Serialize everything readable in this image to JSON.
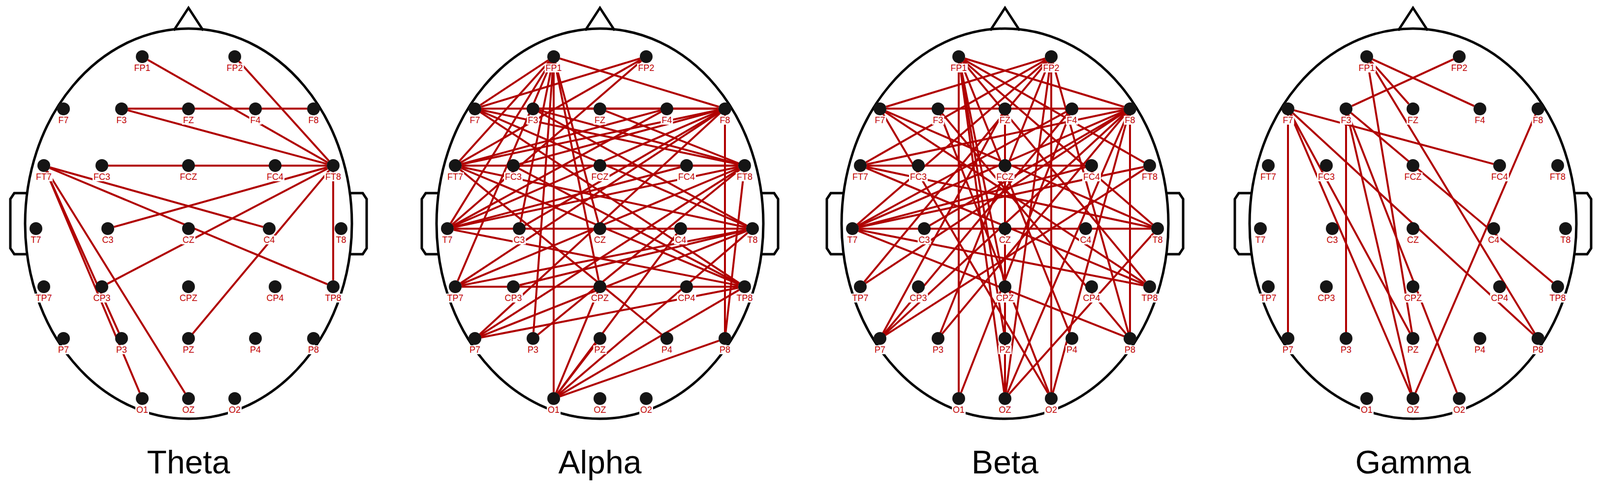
{
  "diagram": {
    "nodes": [
      {
        "text": [
          "Theta"
        ]
      },
      {
        "text": [
          "Alpha"
        ]
      },
      {
        "text": [
          "Beta"
        ]
      },
      {
        "text": [
          "Gamma"
        ]
      },
      {
        "text": [
          "FP1"
        ],
        "in": 0
      },
      {
        "text": [
          "FP2"
        ],
        "in": 0
      },
      {
        "text": [
          "F7"
        ],
        "in": 0
      },
      {
        "text": [
          "F3"
        ],
        "in": 0
      },
      {
        "text": [
          "FZ"
        ],
        "in": 0
      },
      {
        "text": [
          "F4"
        ],
        "in": 0
      },
      {
        "text": [
          "F8"
        ],
        "in": 0
      },
      {
        "text": [
          "FT7"
        ],
        "in": 0
      },
      {
        "text": [
          "FC3"
        ],
        "in": 0
      },
      {
        "text": [
          "FCZ"
        ],
        "in": 0
      },
      {
        "text": [
          "FC4"
        ],
        "in": 0
      },
      {
        "text": [
          "FT8"
        ],
        "in": 0
      },
      {
        "text": [
          "T7"
        ],
        "in": 0
      },
      {
        "text": [
          "C3"
        ],
        "in": 0
      },
      {
        "text": [
          "CZ"
        ],
        "in": 0
      },
      {
        "text": [
          "C4"
        ],
        "in": 0
      },
      {
        "text": [
          "T8"
        ],
        "in": 0
      },
      {
        "text": [
          "TP7"
        ],
        "in": 0
      },
      {
        "text": [
          "CP3"
        ],
        "in": 0
      },
      {
        "text": [
          "CPZ"
        ],
        "in": 0
      },
      {
        "text": [
          "CP4"
        ],
        "in": 0
      },
      {
        "text": [
          "TP8"
        ],
        "in": 0
      },
      {
        "text": [
          "P7"
        ],
        "in": 0
      },
      {
        "text": [
          "P3"
        ],
        "in": 0
      },
      {
        "text": [
          "PZ"
        ],
        "in": 0
      },
      {
        "text": [
          "P4"
        ],
        "in": 0
      },
      {
        "text": [
          "P8"
        ],
        "in": 0
      },
      {
        "text": [
          "O1"
        ],
        "in": 0
      },
      {
        "text": [
          "OZ"
        ],
        "in": 0
      },
      {
        "text": [
          "O2"
        ],
        "in": 0
      },
      {
        "text": [
          "FP1"
        ],
        "in": 1
      },
      {
        "text": [
          "FP2"
        ],
        "in": 1
      },
      {
        "text": [
          "F7"
        ],
        "in": 1
      },
      {
        "text": [
          "F3"
        ],
        "in": 1
      },
      {
        "text": [
          "FZ"
        ],
        "in": 1
      },
      {
        "text": [
          "F4"
        ],
        "in": 1
      },
      {
        "text": [
          "F8"
        ],
        "in": 1
      },
      {
        "text": [
          "FT7"
        ],
        "in": 1
      },
      {
        "text": [
          "FC3"
        ],
        "in": 1
      },
      {
        "text": [
          "FCZ"
        ],
        "in": 1
      },
      {
        "text": [
          "FC4"
        ],
        "in": 1
      },
      {
        "text": [
          "FT8"
        ],
        "in": 1
      },
      {
        "text": [
          "T7"
        ],
        "in": 1
      },
      {
        "text": [
          "C3"
        ],
        "in": 1
      },
      {
        "text": [
          "CZ"
        ],
        "in": 1
      },
      {
        "text": [
          "C4"
        ],
        "in": 1
      },
      {
        "text": [
          "T8"
        ],
        "in": 1
      },
      {
        "text": [
          "TP7"
        ],
        "in": 1
      },
      {
        "text": [
          "CP3"
        ],
        "in": 1
      },
      {
        "text": [
          "CPZ"
        ],
        "in": 1
      },
      {
        "text": [
          "CP4"
        ],
        "in": 1
      },
      {
        "text": [
          "TP8"
        ],
        "in": 1
      },
      {
        "text": [
          "P7"
        ],
        "in": 1
      },
      {
        "text": [
          "P3"
        ],
        "in": 1
      },
      {
        "text": [
          "PZ"
        ],
        "in": 1
      },
      {
        "text": [
          "P4"
        ],
        "in": 1
      },
      {
        "text": [
          "P8"
        ],
        "in": 1
      },
      {
        "text": [
          "O1"
        ],
        "in": 1
      },
      {
        "text": [
          "OZ"
        ],
        "in": 1
      },
      {
        "text": [
          "O2"
        ],
        "in": 1
      },
      {
        "text": [
          "FP1"
        ],
        "in": 2
      },
      {
        "text": [
          "FP2"
        ],
        "in": 2
      },
      {
        "text": [
          "F7"
        ],
        "in": 2
      },
      {
        "text": [
          "F3"
        ],
        "in": 2
      },
      {
        "text": [
          "FZ"
        ],
        "in": 2
      },
      {
        "text": [
          "F4"
        ],
        "in": 2
      },
      {
        "text": [
          "F8"
        ],
        "in": 2
      },
      {
        "text": [
          "FT7"
        ],
        "in": 2
      },
      {
        "text": [
          "FC3"
        ],
        "in": 2
      },
      {
        "text": [
          "FCZ"
        ],
        "in": 2
      },
      {
        "text": [
          "FC4"
        ],
        "in": 2
      },
      {
        "text": [
          "FT8"
        ],
        "in": 2
      },
      {
        "text": [
          "T7"
        ],
        "in": 2
      },
      {
        "text": [
          "C3"
        ],
        "in": 2
      },
      {
        "text": [
          "CZ"
        ],
        "in": 2
      },
      {
        "text": [
          "C4"
        ],
        "in": 2
      },
      {
        "text": [
          "T8"
        ],
        "in": 2
      },
      {
        "text": [
          "TP7"
        ],
        "in": 2
      },
      {
        "text": [
          "CP3"
        ],
        "in": 2
      },
      {
        "text": [
          "CPZ"
        ],
        "in": 2
      },
      {
        "text": [
          "CP4"
        ],
        "in": 2
      },
      {
        "text": [
          "TP8"
        ],
        "in": 2
      },
      {
        "text": [
          "P7"
        ],
        "in": 2
      },
      {
        "text": [
          "P3"
        ],
        "in": 2
      },
      {
        "text": [
          "PZ"
        ],
        "in": 2
      },
      {
        "text": [
          "P4"
        ],
        "in": 2
      },
      {
        "text": [
          "P8"
        ],
        "in": 2
      },
      {
        "text": [
          "O1"
        ],
        "in": 2
      },
      {
        "text": [
          "OZ"
        ],
        "in": 2
      },
      {
        "text": [
          "O2"
        ],
        "in": 2
      },
      {
        "text": [
          "FP1"
        ],
        "in": 3
      },
      {
        "text": [
          "FP2"
        ],
        "in": 3
      },
      {
        "text": [
          "F7"
        ],
        "in": 3
      },
      {
        "text": [
          "F3"
        ],
        "in": 3
      },
      {
        "text": [
          "FZ"
        ],
        "in": 3
      },
      {
        "text": [
          "F4"
        ],
        "in": 3
      },
      {
        "text": [
          "F8"
        ],
        "in": 3
      },
      {
        "text": [
          "FT7"
        ],
        "in": 3
      },
      {
        "text": [
          "FC3"
        ],
        "in": 3
      },
      {
        "text": [
          "FCZ"
        ],
        "in": 3
      },
      {
        "text": [
          "FC4"
        ],
        "in": 3
      },
      {
        "text": [
          "FT8"
        ],
        "in": 3
      },
      {
        "text": [
          "T7"
        ],
        "in": 3
      },
      {
        "text": [
          "C3"
        ],
        "in": 3
      },
      {
        "text": [
          "CZ"
        ],
        "in": 3
      },
      {
        "text": [
          "C4"
        ],
        "in": 3
      },
      {
        "text": [
          "T8"
        ],
        "in": 3
      },
      {
        "text": [
          "TP7"
        ],
        "in": 3
      },
      {
        "text": [
          "CP3"
        ],
        "in": 3
      },
      {
        "text": [
          "CPZ"
        ],
        "in": 3
      },
      {
        "text": [
          "CP4"
        ],
        "in": 3
      },
      {
        "text": [
          "TP8"
        ],
        "in": 3
      },
      {
        "text": [
          "P7"
        ],
        "in": 3
      },
      {
        "text": [
          "P3"
        ],
        "in": 3
      },
      {
        "text": [
          "PZ"
        ],
        "in": 3
      },
      {
        "text": [
          "P4"
        ],
        "in": 3
      },
      {
        "text": [
          "P8"
        ],
        "in": 3
      },
      {
        "text": [
          "O1"
        ],
        "in": 3
      },
      {
        "text": [
          "OZ"
        ],
        "in": 3
      },
      {
        "text": [
          "O2"
        ],
        "in": 3
      }
    ],
    "edges": [
      {
        "from": 4,
        "to": 15,
        "arrow": "none"
      },
      {
        "from": 5,
        "to": 15,
        "arrow": "none"
      },
      {
        "from": 7,
        "to": 15,
        "arrow": "none"
      },
      {
        "from": 7,
        "to": 10,
        "arrow": "none"
      },
      {
        "from": 12,
        "to": 15,
        "arrow": "none"
      },
      {
        "from": 11,
        "to": 19,
        "arrow": "none"
      },
      {
        "from": 11,
        "to": 25,
        "arrow": "none"
      },
      {
        "from": 11,
        "to": 31,
        "arrow": "none"
      },
      {
        "from": 11,
        "to": 27,
        "arrow": "none"
      },
      {
        "from": 15,
        "to": 17,
        "arrow": "none"
      },
      {
        "from": 15,
        "to": 28,
        "arrow": "none"
      },
      {
        "from": 15,
        "to": 25,
        "arrow": "none"
      },
      {
        "from": 11,
        "to": 32,
        "arrow": "none"
      },
      {
        "from": 15,
        "to": 22,
        "arrow": "none"
      },
      {
        "from": 34,
        "to": 36,
        "arrow": "none"
      },
      {
        "from": 34,
        "to": 40,
        "arrow": "none"
      },
      {
        "from": 34,
        "to": 41,
        "arrow": "none"
      },
      {
        "from": 34,
        "to": 46,
        "arrow": "none"
      },
      {
        "from": 34,
        "to": 47,
        "arrow": "none"
      },
      {
        "from": 34,
        "to": 51,
        "arrow": "none"
      },
      {
        "from": 34,
        "to": 57,
        "arrow": "none"
      },
      {
        "from": 34,
        "to": 61,
        "arrow": "none"
      },
      {
        "from": 34,
        "to": 48,
        "arrow": "none"
      },
      {
        "from": 34,
        "to": 53,
        "arrow": "none"
      },
      {
        "from": 35,
        "to": 36,
        "arrow": "none"
      },
      {
        "from": 35,
        "to": 41,
        "arrow": "none"
      },
      {
        "from": 35,
        "to": 46,
        "arrow": "none"
      },
      {
        "from": 40,
        "to": 36,
        "arrow": "none"
      },
      {
        "from": 40,
        "to": 41,
        "arrow": "none"
      },
      {
        "from": 40,
        "to": 46,
        "arrow": "none"
      },
      {
        "from": 40,
        "to": 51,
        "arrow": "none"
      },
      {
        "from": 40,
        "to": 42,
        "arrow": "none"
      },
      {
        "from": 40,
        "to": 37,
        "arrow": "none"
      },
      {
        "from": 40,
        "to": 56,
        "arrow": "none"
      },
      {
        "from": 40,
        "to": 47,
        "arrow": "none"
      },
      {
        "from": 45,
        "to": 36,
        "arrow": "none"
      },
      {
        "from": 45,
        "to": 41,
        "arrow": "none"
      },
      {
        "from": 45,
        "to": 46,
        "arrow": "none"
      },
      {
        "from": 45,
        "to": 51,
        "arrow": "none"
      },
      {
        "from": 45,
        "to": 37,
        "arrow": "none"
      },
      {
        "from": 45,
        "to": 38,
        "arrow": "none"
      },
      {
        "from": 45,
        "to": 42,
        "arrow": "none"
      },
      {
        "from": 45,
        "to": 56,
        "arrow": "none"
      },
      {
        "from": 45,
        "to": 57,
        "arrow": "none"
      },
      {
        "from": 50,
        "to": 36,
        "arrow": "none"
      },
      {
        "from": 50,
        "to": 41,
        "arrow": "none"
      },
      {
        "from": 50,
        "to": 46,
        "arrow": "none"
      },
      {
        "from": 50,
        "to": 51,
        "arrow": "none"
      },
      {
        "from": 50,
        "to": 56,
        "arrow": "none"
      },
      {
        "from": 50,
        "to": 37,
        "arrow": "none"
      },
      {
        "from": 50,
        "to": 61,
        "arrow": "none"
      },
      {
        "from": 50,
        "to": 52,
        "arrow": "none"
      },
      {
        "from": 55,
        "to": 36,
        "arrow": "none"
      },
      {
        "from": 55,
        "to": 41,
        "arrow": "none"
      },
      {
        "from": 55,
        "to": 46,
        "arrow": "none"
      },
      {
        "from": 55,
        "to": 51,
        "arrow": "none"
      },
      {
        "from": 55,
        "to": 56,
        "arrow": "none"
      },
      {
        "from": 55,
        "to": 61,
        "arrow": "none"
      },
      {
        "from": 55,
        "to": 42,
        "arrow": "none"
      },
      {
        "from": 61,
        "to": 53,
        "arrow": "none"
      },
      {
        "from": 61,
        "to": 58,
        "arrow": "none"
      },
      {
        "from": 61,
        "to": 60,
        "arrow": "none"
      },
      {
        "from": 61,
        "to": 49,
        "arrow": "none"
      },
      {
        "from": 39,
        "to": 46,
        "arrow": "none"
      },
      {
        "from": 39,
        "to": 41,
        "arrow": "none"
      },
      {
        "from": 44,
        "to": 46,
        "arrow": "none"
      },
      {
        "from": 60,
        "to": 40,
        "arrow": "none"
      },
      {
        "from": 60,
        "to": 45,
        "arrow": "none"
      },
      {
        "from": 59,
        "to": 41,
        "arrow": "none"
      },
      {
        "from": 64,
        "to": 70,
        "arrow": "none"
      },
      {
        "from": 64,
        "to": 75,
        "arrow": "none"
      },
      {
        "from": 64,
        "to": 80,
        "arrow": "none"
      },
      {
        "from": 64,
        "to": 85,
        "arrow": "none"
      },
      {
        "from": 64,
        "to": 91,
        "arrow": "none"
      },
      {
        "from": 64,
        "to": 92,
        "arrow": "none"
      },
      {
        "from": 64,
        "to": 88,
        "arrow": "none"
      },
      {
        "from": 64,
        "to": 89,
        "arrow": "none"
      },
      {
        "from": 64,
        "to": 83,
        "arrow": "none"
      },
      {
        "from": 65,
        "to": 66,
        "arrow": "none"
      },
      {
        "from": 65,
        "to": 71,
        "arrow": "none"
      },
      {
        "from": 65,
        "to": 76,
        "arrow": "none"
      },
      {
        "from": 65,
        "to": 81,
        "arrow": "none"
      },
      {
        "from": 65,
        "to": 92,
        "arrow": "none"
      },
      {
        "from": 65,
        "to": 93,
        "arrow": "none"
      },
      {
        "from": 65,
        "to": 87,
        "arrow": "none"
      },
      {
        "from": 65,
        "to": 90,
        "arrow": "none"
      },
      {
        "from": 70,
        "to": 66,
        "arrow": "none"
      },
      {
        "from": 70,
        "to": 71,
        "arrow": "none"
      },
      {
        "from": 70,
        "to": 76,
        "arrow": "none"
      },
      {
        "from": 70,
        "to": 81,
        "arrow": "none"
      },
      {
        "from": 70,
        "to": 86,
        "arrow": "none"
      },
      {
        "from": 70,
        "to": 92,
        "arrow": "none"
      },
      {
        "from": 70,
        "to": 93,
        "arrow": "none"
      },
      {
        "from": 70,
        "to": 87,
        "arrow": "none"
      },
      {
        "from": 70,
        "to": 90,
        "arrow": "none"
      },
      {
        "from": 70,
        "to": 77,
        "arrow": "none"
      },
      {
        "from": 76,
        "to": 75,
        "arrow": "none"
      },
      {
        "from": 76,
        "to": 80,
        "arrow": "none"
      },
      {
        "from": 76,
        "to": 85,
        "arrow": "none"
      },
      {
        "from": 76,
        "to": 90,
        "arrow": "none"
      },
      {
        "from": 76,
        "to": 74,
        "arrow": "none"
      },
      {
        "from": 76,
        "to": 69,
        "arrow": "none"
      },
      {
        "from": 71,
        "to": 80,
        "arrow": "none"
      },
      {
        "from": 71,
        "to": 85,
        "arrow": "none"
      },
      {
        "from": 71,
        "to": 74,
        "arrow": "none"
      },
      {
        "from": 66,
        "to": 80,
        "arrow": "none"
      },
      {
        "from": 66,
        "to": 85,
        "arrow": "none"
      },
      {
        "from": 66,
        "to": 93,
        "arrow": "none"
      },
      {
        "from": 86,
        "to": 75,
        "arrow": "none"
      },
      {
        "from": 86,
        "to": 69,
        "arrow": "none"
      },
      {
        "from": 67,
        "to": 90,
        "arrow": "none"
      },
      {
        "from": 67,
        "to": 93,
        "arrow": "none"
      },
      {
        "from": 68,
        "to": 92,
        "arrow": "none"
      },
      {
        "from": 68,
        "to": 86,
        "arrow": "none"
      },
      {
        "from": 69,
        "to": 91,
        "arrow": "none"
      },
      {
        "from": 80,
        "to": 92,
        "arrow": "none"
      },
      {
        "from": 95,
        "to": 97,
        "arrow": "none"
      },
      {
        "from": 94,
        "to": 98,
        "arrow": "none"
      },
      {
        "from": 94,
        "to": 120,
        "arrow": "none"
      },
      {
        "from": 94,
        "to": 118,
        "arrow": "none"
      },
      {
        "from": 97,
        "to": 117,
        "arrow": "none"
      },
      {
        "from": 97,
        "to": 122,
        "arrow": "none"
      },
      {
        "from": 97,
        "to": 123,
        "arrow": "none"
      },
      {
        "from": 97,
        "to": 115,
        "arrow": "none"
      },
      {
        "from": 96,
        "to": 116,
        "arrow": "none"
      },
      {
        "from": 96,
        "to": 104,
        "arrow": "none"
      },
      {
        "from": 96,
        "to": 120,
        "arrow": "none"
      },
      {
        "from": 96,
        "to": 118,
        "arrow": "none"
      },
      {
        "from": 96,
        "to": 122,
        "arrow": "none"
      },
      {
        "from": 100,
        "to": 122,
        "arrow": "none"
      },
      {
        "from": 94,
        "to": 99,
        "arrow": "none"
      }
    ]
  }
}
